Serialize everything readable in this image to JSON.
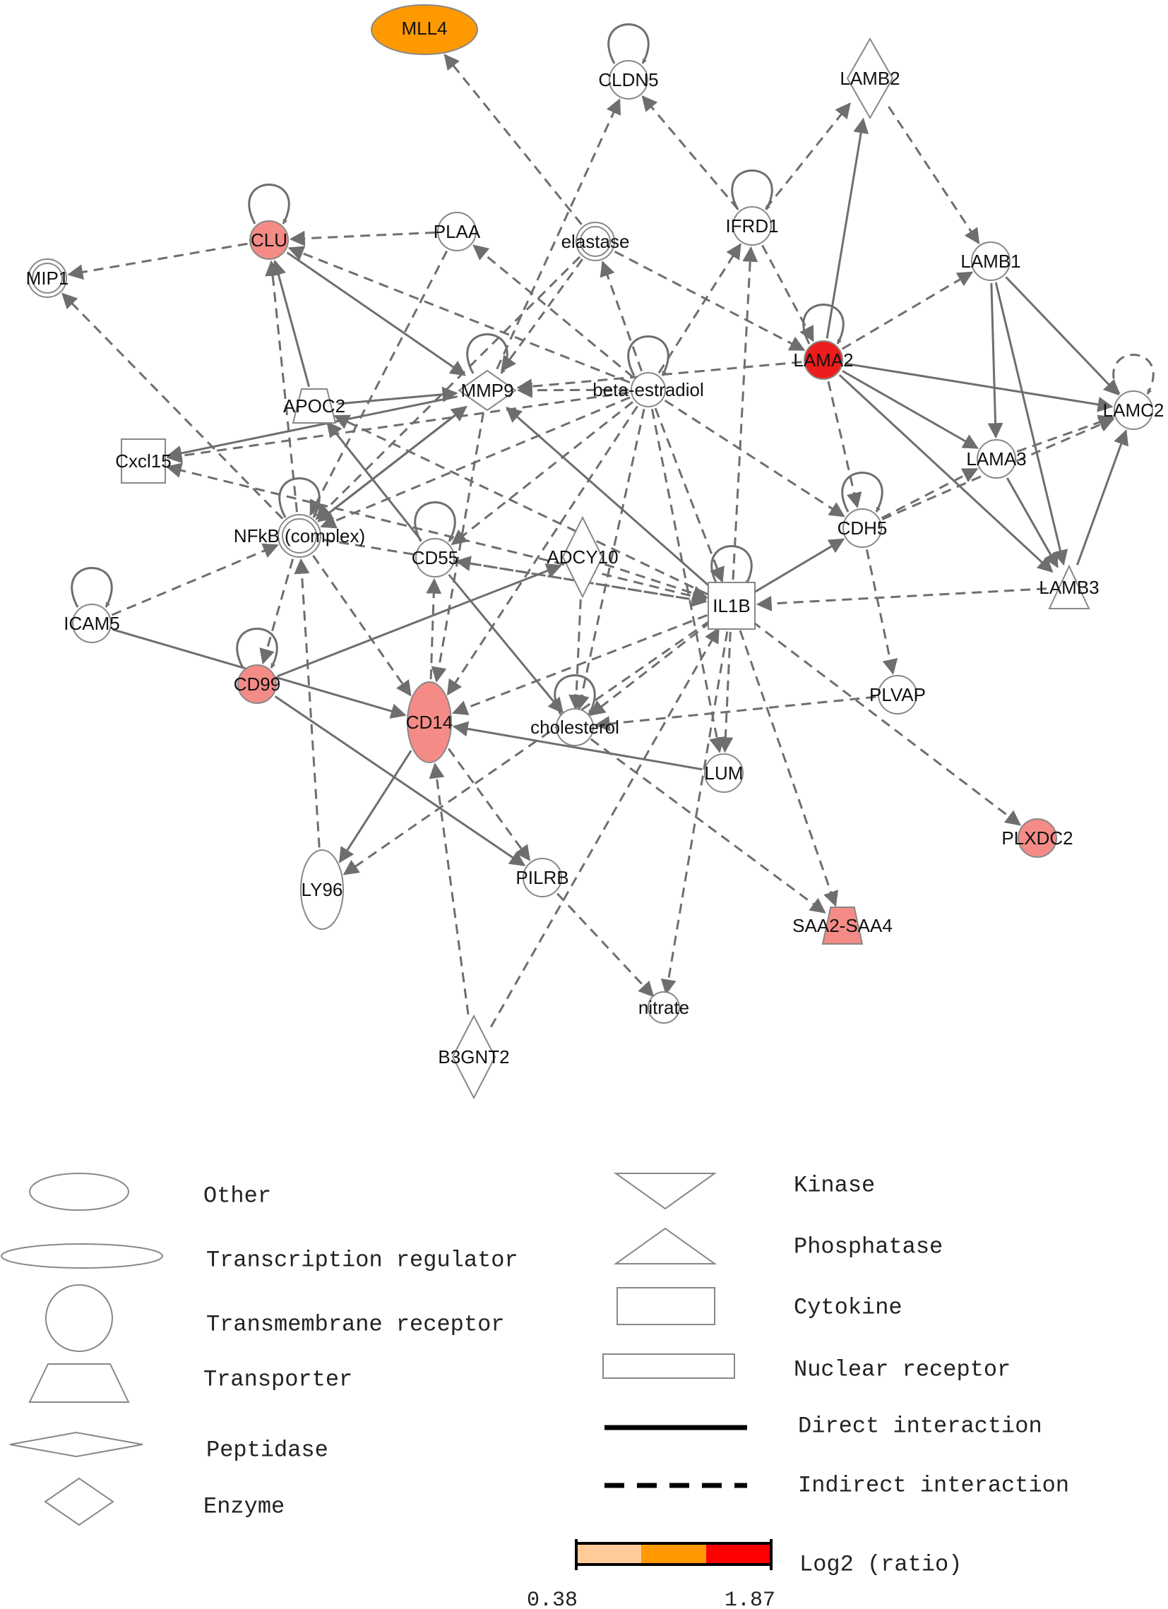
{
  "colors": {
    "up_light": "#f58b86",
    "up_strong": "#ee1c1c",
    "orange": "#ff9900",
    "neutral": "#ffffff",
    "edge": "#6e6e6e",
    "scale": [
      "#ffcc99",
      "#ff9900",
      "#ff0000"
    ]
  },
  "nodes": [
    {
      "id": "MLL4",
      "label": "MLL4",
      "shape": "ellipse",
      "color": "orange"
    },
    {
      "id": "CLDN5",
      "label": "CLDN5",
      "shape": "circle",
      "color": "neutral"
    },
    {
      "id": "LAMB2",
      "label": "LAMB2",
      "shape": "diamond",
      "color": "neutral"
    },
    {
      "id": "CLU",
      "label": "CLU",
      "shape": "circle",
      "color": "up_light"
    },
    {
      "id": "PLAA",
      "label": "PLAA",
      "shape": "circle",
      "color": "neutral"
    },
    {
      "id": "elastase",
      "label": "elastase",
      "shape": "dcircle",
      "color": "neutral"
    },
    {
      "id": "IFRD1",
      "label": "IFRD1",
      "shape": "circle",
      "color": "neutral"
    },
    {
      "id": "LAMB1",
      "label": "LAMB1",
      "shape": "circle",
      "color": "neutral"
    },
    {
      "id": "MIP1",
      "label": "MIP1",
      "shape": "dcircle",
      "color": "neutral"
    },
    {
      "id": "LAMA2",
      "label": "LAMA2",
      "shape": "circle",
      "color": "up_strong"
    },
    {
      "id": "MMP9",
      "label": "MMP9",
      "shape": "diamond",
      "color": "neutral"
    },
    {
      "id": "beta-estradiol",
      "label": "beta-estradiol",
      "shape": "circle",
      "color": "neutral"
    },
    {
      "id": "APOC2",
      "label": "APOC2",
      "shape": "trapezoid",
      "color": "neutral"
    },
    {
      "id": "LAMC2",
      "label": "LAMC2",
      "shape": "circle",
      "color": "neutral"
    },
    {
      "id": "Cxcl15",
      "label": "Cxcl15",
      "shape": "square",
      "color": "neutral"
    },
    {
      "id": "LAMA3",
      "label": "LAMA3",
      "shape": "circle",
      "color": "neutral"
    },
    {
      "id": "NFkB",
      "label": "NFkB (complex)",
      "shape": "dcircle",
      "color": "neutral"
    },
    {
      "id": "CD55",
      "label": "CD55",
      "shape": "circle",
      "color": "neutral"
    },
    {
      "id": "ADCY10",
      "label": "ADCY10",
      "shape": "diamond",
      "color": "neutral"
    },
    {
      "id": "CDH5",
      "label": "CDH5",
      "shape": "circle",
      "color": "neutral"
    },
    {
      "id": "IL1B",
      "label": "IL1B",
      "shape": "square",
      "color": "neutral"
    },
    {
      "id": "LAMB3",
      "label": "LAMB3",
      "shape": "triangle",
      "color": "neutral"
    },
    {
      "id": "ICAM5",
      "label": "ICAM5",
      "shape": "circle",
      "color": "neutral"
    },
    {
      "id": "CD99",
      "label": "CD99",
      "shape": "circle",
      "color": "up_light"
    },
    {
      "id": "CD14",
      "label": "CD14",
      "shape": "ellipse",
      "color": "up_light"
    },
    {
      "id": "cholesterol",
      "label": "cholesterol",
      "shape": "circle",
      "color": "neutral"
    },
    {
      "id": "PLVAP",
      "label": "PLVAP",
      "shape": "circle",
      "color": "neutral"
    },
    {
      "id": "LUM",
      "label": "LUM",
      "shape": "circle",
      "color": "neutral"
    },
    {
      "id": "PLXDC2",
      "label": "PLXDC2",
      "shape": "circle",
      "color": "up_light"
    },
    {
      "id": "LY96",
      "label": "LY96",
      "shape": "ellipse",
      "color": "neutral"
    },
    {
      "id": "PILRB",
      "label": "PILRB",
      "shape": "circle",
      "color": "neutral"
    },
    {
      "id": "SAA2-SAA4",
      "label": "SAA2-SAA4",
      "shape": "trapezoid",
      "color": "up_light"
    },
    {
      "id": "nitrate",
      "label": "nitrate",
      "shape": "circle",
      "color": "neutral"
    },
    {
      "id": "B3GNT2",
      "label": "B3GNT2",
      "shape": "diamond",
      "color": "neutral"
    }
  ],
  "edges": [
    {
      "from": "elastase",
      "to": "MLL4",
      "type": "indirect"
    },
    {
      "from": "IFRD1",
      "to": "CLDN5",
      "type": "indirect"
    },
    {
      "from": "MMP9",
      "to": "CLDN5",
      "type": "indirect"
    },
    {
      "from": "IFRD1",
      "to": "LAMB2",
      "type": "indirect"
    },
    {
      "from": "LAMA2",
      "to": "LAMB2",
      "type": "direct"
    },
    {
      "from": "LAMB2",
      "to": "LAMB1",
      "type": "indirect"
    },
    {
      "from": "PLAA",
      "to": "CLU",
      "type": "indirect"
    },
    {
      "from": "CLU",
      "to": "MIP1",
      "type": "indirect"
    },
    {
      "from": "CLU",
      "to": "MMP9",
      "type": "direct"
    },
    {
      "from": "APOC2",
      "to": "CLU",
      "type": "direct"
    },
    {
      "from": "NFkB",
      "to": "CLU",
      "type": "indirect"
    },
    {
      "from": "beta-estradiol",
      "to": "CLU",
      "type": "indirect"
    },
    {
      "from": "beta-estradiol",
      "to": "PLAA",
      "type": "indirect"
    },
    {
      "from": "NFkB",
      "to": "MIP1",
      "type": "indirect"
    },
    {
      "from": "elastase",
      "to": "LAMA2",
      "type": "indirect"
    },
    {
      "from": "beta-estradiol",
      "to": "elastase",
      "type": "indirect"
    },
    {
      "from": "IL1B",
      "to": "IFRD1",
      "type": "indirect"
    },
    {
      "from": "beta-estradiol",
      "to": "IFRD1",
      "type": "indirect"
    },
    {
      "from": "IFRD1",
      "to": "LAMA2",
      "type": "indirect"
    },
    {
      "from": "LAMA2",
      "to": "LAMB1",
      "type": "indirect"
    },
    {
      "from": "LAMA2",
      "to": "MMP9",
      "type": "indirect"
    },
    {
      "from": "LAMA2",
      "to": "CDH5",
      "type": "indirect"
    },
    {
      "from": "LAMA2",
      "to": "LAMC2",
      "type": "direct"
    },
    {
      "from": "LAMA2",
      "to": "LAMA3",
      "type": "direct"
    },
    {
      "from": "LAMA2",
      "to": "LAMB3",
      "type": "direct"
    },
    {
      "from": "LAMB1",
      "to": "LAMA3",
      "type": "direct"
    },
    {
      "from": "LAMB1",
      "to": "LAMB3",
      "type": "direct"
    },
    {
      "from": "LAMB1",
      "to": "LAMC2",
      "type": "direct"
    },
    {
      "from": "LAMA3",
      "to": "LAMB3",
      "type": "direct"
    },
    {
      "from": "LAMA3",
      "to": "LAMC2",
      "type": "indirect"
    },
    {
      "from": "LAMB3",
      "to": "LAMC2",
      "type": "direct"
    },
    {
      "from": "CDH5",
      "to": "LAMA3",
      "type": "indirect"
    },
    {
      "from": "CDH5",
      "to": "LAMC2",
      "type": "indirect"
    },
    {
      "from": "beta-estradiol",
      "to": "MMP9",
      "type": "indirect"
    },
    {
      "from": "beta-estradiol",
      "to": "Cxcl15",
      "type": "indirect"
    },
    {
      "from": "beta-estradiol",
      "to": "NFkB",
      "type": "indirect"
    },
    {
      "from": "beta-estradiol",
      "to": "CD55",
      "type": "indirect"
    },
    {
      "from": "beta-estradiol",
      "to": "CDH5",
      "type": "indirect"
    },
    {
      "from": "beta-estradiol",
      "to": "cholesterol",
      "type": "indirect"
    },
    {
      "from": "beta-estradiol",
      "to": "CD14",
      "type": "indirect"
    },
    {
      "from": "beta-estradiol",
      "to": "IL1B",
      "type": "indirect"
    },
    {
      "from": "beta-estradiol",
      "to": "LUM",
      "type": "indirect"
    },
    {
      "from": "APOC2",
      "to": "MMP9",
      "type": "direct"
    },
    {
      "from": "MMP9",
      "to": "Cxcl15",
      "type": "direct"
    },
    {
      "from": "MMP9",
      "to": "NFkB",
      "type": "direct"
    },
    {
      "from": "NFkB",
      "to": "MMP9",
      "type": "direct"
    },
    {
      "from": "IL1B",
      "to": "MMP9",
      "type": "direct"
    },
    {
      "from": "elastase",
      "to": "MMP9",
      "type": "indirect"
    },
    {
      "from": "elastase",
      "to": "NFkB",
      "type": "indirect"
    },
    {
      "from": "PLAA",
      "to": "NFkB",
      "type": "indirect"
    },
    {
      "from": "CD55",
      "to": "APOC2",
      "type": "direct"
    },
    {
      "from": "IL1B",
      "to": "APOC2",
      "type": "indirect"
    },
    {
      "from": "ICAM5",
      "to": "NFkB",
      "type": "indirect"
    },
    {
      "from": "NFkB",
      "to": "CD99",
      "type": "indirect"
    },
    {
      "from": "NFkB",
      "to": "CD14",
      "type": "indirect"
    },
    {
      "from": "IL1B",
      "to": "CD55",
      "type": "indirect"
    },
    {
      "from": "CD55",
      "to": "cholesterol",
      "type": "direct"
    },
    {
      "from": "CD14",
      "to": "CD55",
      "type": "indirect"
    },
    {
      "from": "IL1B",
      "to": "Cxcl15",
      "type": "indirect"
    },
    {
      "from": "ADCY10",
      "to": "IL1B",
      "type": "indirect"
    },
    {
      "from": "ADCY10",
      "to": "cholesterol",
      "type": "indirect"
    },
    {
      "from": "CD99",
      "to": "ADCY10",
      "type": "direct"
    },
    {
      "from": "LAMB3",
      "to": "IL1B",
      "type": "indirect"
    },
    {
      "from": "IL1B",
      "to": "CDH5",
      "type": "direct"
    },
    {
      "from": "CDH5",
      "to": "PLVAP",
      "type": "indirect"
    },
    {
      "from": "IL1B",
      "to": "CD14",
      "type": "indirect"
    },
    {
      "from": "IL1B",
      "to": "cholesterol",
      "type": "indirect"
    },
    {
      "from": "IL1B",
      "to": "LUM",
      "type": "indirect"
    },
    {
      "from": "IL1B",
      "to": "PLXDC2",
      "type": "indirect"
    },
    {
      "from": "IL1B",
      "to": "SAA2-SAA4",
      "type": "indirect"
    },
    {
      "from": "IL1B",
      "to": "nitrate",
      "type": "indirect"
    },
    {
      "from": "IL1B",
      "to": "LY96",
      "type": "indirect"
    },
    {
      "from": "B3GNT2",
      "to": "IL1B",
      "type": "indirect"
    },
    {
      "from": "NFkB",
      "to": "IL1B",
      "type": "indirect"
    },
    {
      "from": "ICAM5",
      "to": "CD14",
      "type": "direct"
    },
    {
      "from": "CD99",
      "to": "PILRB",
      "type": "direct"
    },
    {
      "from": "LY96",
      "to": "NFkB",
      "type": "indirect"
    },
    {
      "from": "CD14",
      "to": "LY96",
      "type": "direct"
    },
    {
      "from": "B3GNT2",
      "to": "CD14",
      "type": "indirect"
    },
    {
      "from": "LUM",
      "to": "CD14",
      "type": "direct"
    },
    {
      "from": "PLVAP",
      "to": "cholesterol",
      "type": "indirect"
    },
    {
      "from": "cholesterol",
      "to": "SAA2-SAA4",
      "type": "indirect"
    },
    {
      "from": "PILRB",
      "to": "nitrate",
      "type": "indirect"
    },
    {
      "from": "CD14",
      "to": "PILRB",
      "type": "indirect"
    },
    {
      "from": "MMP9",
      "to": "CD14",
      "type": "indirect"
    }
  ],
  "self_loops": [
    {
      "node": "CLDN5",
      "type": "direct"
    },
    {
      "node": "CLU",
      "type": "direct"
    },
    {
      "node": "IFRD1",
      "type": "direct"
    },
    {
      "node": "LAMA2",
      "type": "direct"
    },
    {
      "node": "MMP9",
      "type": "direct"
    },
    {
      "node": "beta-estradiol",
      "type": "direct"
    },
    {
      "node": "LAMC2",
      "type": "indirect"
    },
    {
      "node": "NFkB",
      "type": "direct"
    },
    {
      "node": "CD55",
      "type": "direct"
    },
    {
      "node": "CDH5",
      "type": "direct"
    },
    {
      "node": "IL1B",
      "type": "direct"
    },
    {
      "node": "ICAM5",
      "type": "direct"
    },
    {
      "node": "CD99",
      "type": "direct"
    },
    {
      "node": "cholesterol",
      "type": "direct"
    }
  ],
  "legend": {
    "other": "Other",
    "transcription_regulator": "Transcription regulator",
    "transmembrane_receptor": "Transmembrane receptor",
    "transporter": "Transporter",
    "peptidase": "Peptidase",
    "enzyme": "Enzyme",
    "kinase": "Kinase",
    "phosphatase": "Phosphatase",
    "cytokine": "Cytokine",
    "nuclear_receptor": "Nuclear receptor",
    "direct_interaction": "Direct interaction",
    "indirect_interaction": "Indirect interaction",
    "scale_title": "Log2 (ratio)",
    "scale_min": "0.38",
    "scale_max": "1.87"
  }
}
